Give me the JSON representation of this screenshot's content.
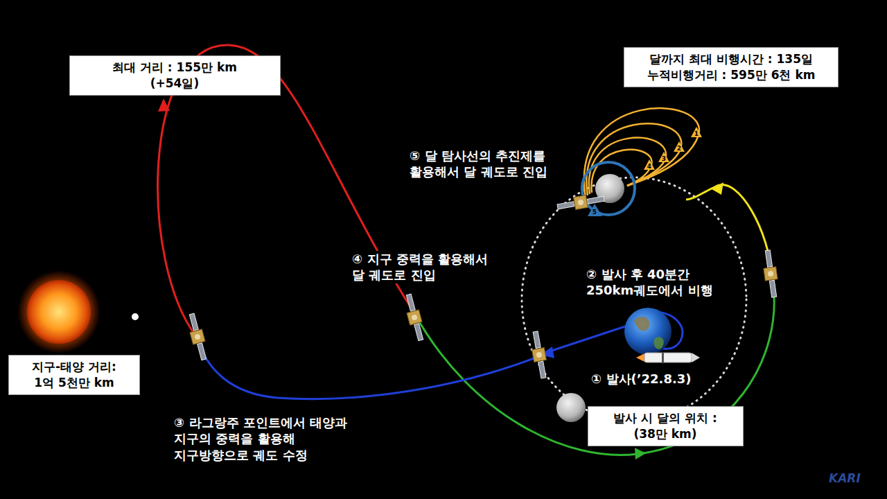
{
  "diagram": {
    "nodes": [
      {
        "text": [
          "최대 거리 : 155만 km",
          "(+54일)"
        ]
      },
      {
        "text": [
          "달까지 최대 비행시간 : 135일",
          "누적비행거리 : 595만 6천 km"
        ]
      },
      {
        "text": [
          "지구-태양 거리:",
          "1억 5천만 km"
        ]
      },
      {
        "text": [
          "발사 시 달의 위치 :",
          "(38만 km)"
        ]
      }
    ],
    "labels": [
      "⑤ 달 탐사선의 추진제를 활용해서 달 궤도로 진입",
      "④ 지구 중력을 활용해서 달 궤도로 진입",
      "② 발사 후 40분간 250km궤도에서 비행",
      "① 발사(’22.8.3)",
      "③ 라그랑주 포인트에서 태양과 지구의 중력을 활용해 지구방향으로 궤도 수정",
      "1",
      "2",
      "3",
      "4",
      "5",
      "KARI"
    ]
  }
}
